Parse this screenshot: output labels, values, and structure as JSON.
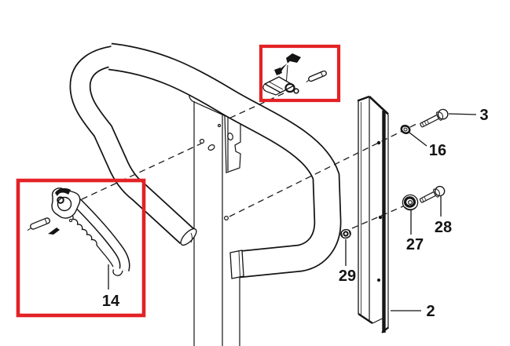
{
  "diagram": {
    "background_color": "#ffffff",
    "line_color": "#141414",
    "highlight_color": "#e32225",
    "part_labels": {
      "upper_bolt": "3",
      "upper_washer": "16",
      "lower_bolt": "28",
      "spacer": "27",
      "lock_nut": "29",
      "support_bar": "2",
      "lever_handle": "14"
    }
  }
}
